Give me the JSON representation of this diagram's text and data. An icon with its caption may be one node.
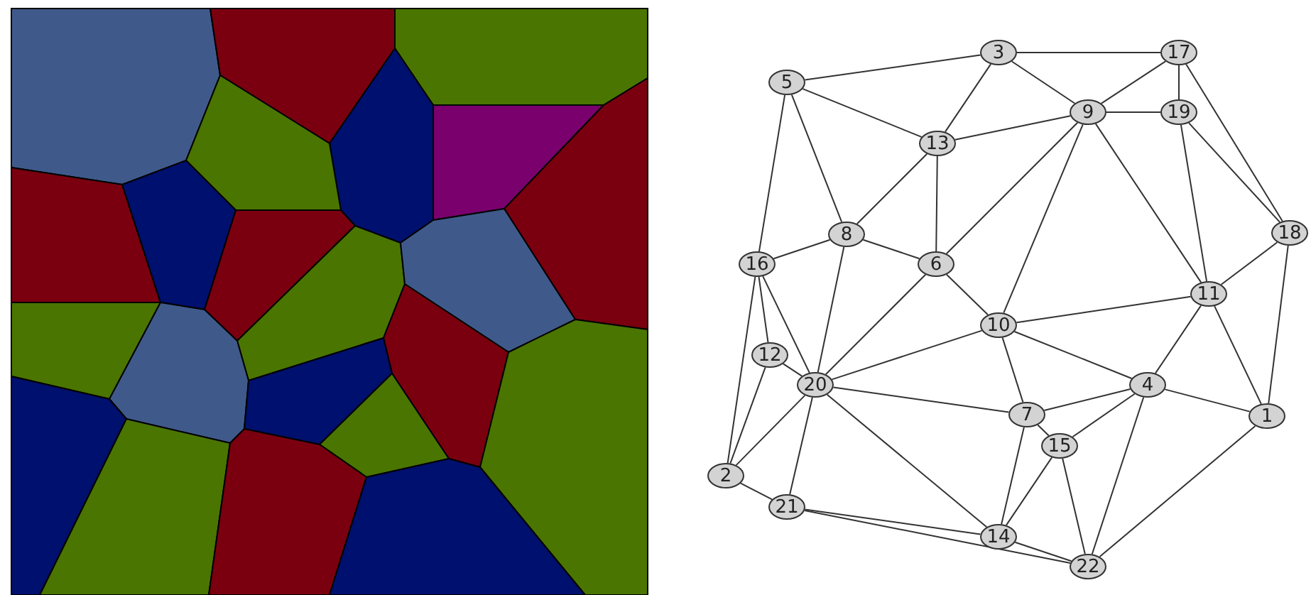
{
  "diagram": {
    "nodes": [
      {
        "text": [
          "1"
        ]
      },
      {
        "text": [
          "2"
        ]
      },
      {
        "text": [
          "3"
        ]
      },
      {
        "text": [
          "4"
        ]
      },
      {
        "text": [
          "5"
        ]
      },
      {
        "text": [
          "6"
        ]
      },
      {
        "text": [
          "7"
        ]
      },
      {
        "text": [
          "8"
        ]
      },
      {
        "text": [
          "9"
        ]
      },
      {
        "text": [
          "10"
        ]
      },
      {
        "text": [
          "11"
        ]
      },
      {
        "text": [
          "12"
        ]
      },
      {
        "text": [
          "13"
        ]
      },
      {
        "text": [
          "14"
        ]
      },
      {
        "text": [
          "15"
        ]
      },
      {
        "text": [
          "16"
        ]
      },
      {
        "text": [
          "17"
        ]
      },
      {
        "text": [
          "18"
        ]
      },
      {
        "text": [
          "19"
        ]
      },
      {
        "text": [
          "20"
        ]
      },
      {
        "text": [
          "21"
        ]
      },
      {
        "text": [
          "22"
        ]
      }
    ],
    "edges": [
      {
        "from": 2,
        "to": 16,
        "arrow": "none"
      },
      {
        "from": 2,
        "to": 4,
        "arrow": "none"
      },
      {
        "from": 2,
        "to": 8,
        "arrow": "none"
      },
      {
        "from": 2,
        "to": 12,
        "arrow": "none"
      },
      {
        "from": 16,
        "to": 8,
        "arrow": "none"
      },
      {
        "from": 16,
        "to": 18,
        "arrow": "none"
      },
      {
        "from": 16,
        "to": 17,
        "arrow": "none"
      },
      {
        "from": 8,
        "to": 18,
        "arrow": "none"
      },
      {
        "from": 8,
        "to": 12,
        "arrow": "none"
      },
      {
        "from": 8,
        "to": 5,
        "arrow": "none"
      },
      {
        "from": 8,
        "to": 9,
        "arrow": "none"
      },
      {
        "from": 8,
        "to": 10,
        "arrow": "none"
      },
      {
        "from": 18,
        "to": 10,
        "arrow": "none"
      },
      {
        "from": 18,
        "to": 17,
        "arrow": "none"
      },
      {
        "from": 4,
        "to": 12,
        "arrow": "none"
      },
      {
        "from": 4,
        "to": 7,
        "arrow": "none"
      },
      {
        "from": 4,
        "to": 15,
        "arrow": "none"
      },
      {
        "from": 12,
        "to": 7,
        "arrow": "none"
      },
      {
        "from": 12,
        "to": 5,
        "arrow": "none"
      },
      {
        "from": 7,
        "to": 15,
        "arrow": "none"
      },
      {
        "from": 7,
        "to": 5,
        "arrow": "none"
      },
      {
        "from": 7,
        "to": 19,
        "arrow": "none"
      },
      {
        "from": 15,
        "to": 11,
        "arrow": "none"
      },
      {
        "from": 15,
        "to": 1,
        "arrow": "none"
      },
      {
        "from": 15,
        "to": 19,
        "arrow": "none"
      },
      {
        "from": 5,
        "to": 19,
        "arrow": "none"
      },
      {
        "from": 5,
        "to": 9,
        "arrow": "none"
      },
      {
        "from": 9,
        "to": 10,
        "arrow": "none"
      },
      {
        "from": 9,
        "to": 19,
        "arrow": "none"
      },
      {
        "from": 9,
        "to": 3,
        "arrow": "none"
      },
      {
        "from": 9,
        "to": 6,
        "arrow": "none"
      },
      {
        "from": 10,
        "to": 17,
        "arrow": "none"
      },
      {
        "from": 10,
        "to": 3,
        "arrow": "none"
      },
      {
        "from": 10,
        "to": 0,
        "arrow": "none"
      },
      {
        "from": 17,
        "to": 0,
        "arrow": "none"
      },
      {
        "from": 11,
        "to": 1,
        "arrow": "none"
      },
      {
        "from": 11,
        "to": 19,
        "arrow": "none"
      },
      {
        "from": 19,
        "to": 6,
        "arrow": "none"
      },
      {
        "from": 19,
        "to": 1,
        "arrow": "none"
      },
      {
        "from": 19,
        "to": 20,
        "arrow": "none"
      },
      {
        "from": 19,
        "to": 13,
        "arrow": "none"
      },
      {
        "from": 6,
        "to": 3,
        "arrow": "none"
      },
      {
        "from": 6,
        "to": 14,
        "arrow": "none"
      },
      {
        "from": 6,
        "to": 13,
        "arrow": "none"
      },
      {
        "from": 3,
        "to": 0,
        "arrow": "none"
      },
      {
        "from": 3,
        "to": 14,
        "arrow": "none"
      },
      {
        "from": 3,
        "to": 21,
        "arrow": "none"
      },
      {
        "from": 14,
        "to": 13,
        "arrow": "none"
      },
      {
        "from": 14,
        "to": 21,
        "arrow": "none"
      },
      {
        "from": 1,
        "to": 20,
        "arrow": "none"
      },
      {
        "from": 20,
        "to": 13,
        "arrow": "none"
      },
      {
        "from": 20,
        "to": 21,
        "arrow": "none"
      },
      {
        "from": 13,
        "to": 21,
        "arrow": "none"
      },
      {
        "from": 0,
        "to": 21,
        "arrow": "none"
      }
    ]
  }
}
